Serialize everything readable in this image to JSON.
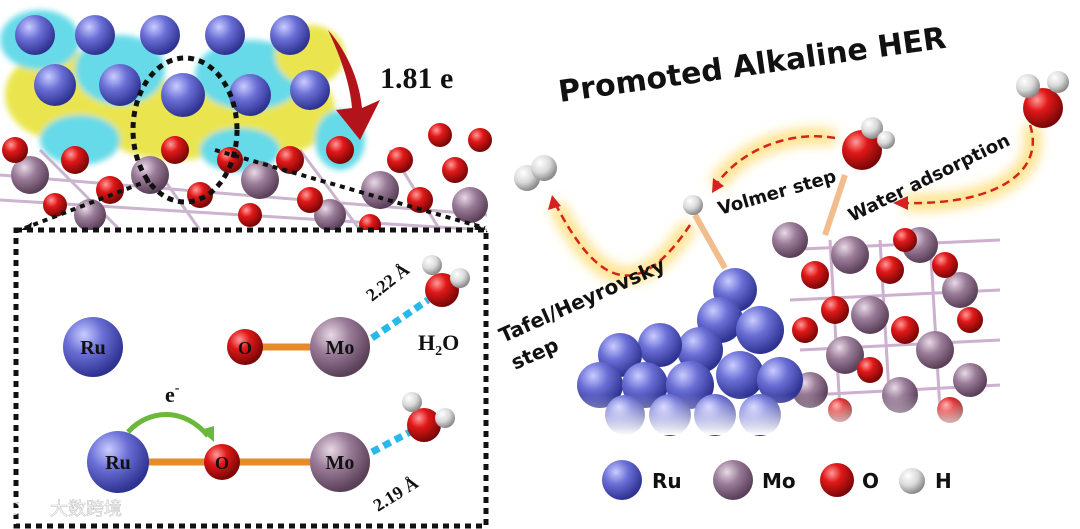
{
  "left": {
    "charge_transfer": "1.81 e",
    "ru_label": "Ru",
    "o_label": "O",
    "mo_label": "Mo",
    "h2o_label_main": "H",
    "h2o_label_sub": "2",
    "h2o_label_tail": "O",
    "bond_top": "2.22 Å",
    "bond_bottom": "2.19 Å",
    "electron_main": "e",
    "electron_sup": "-"
  },
  "right": {
    "title": "Promoted Alkaline HER",
    "step_volmer": "Volmer step",
    "step_water": "Water adsorption",
    "step_tafel_1": "Tafel/Heyrovsky",
    "step_tafel_2": "step"
  },
  "legend": {
    "ru": "Ru",
    "mo": "Mo",
    "o": "O",
    "h": "H"
  },
  "watermark": "大数跨境",
  "colors": {
    "ru": "#6a6fd6",
    "mo": "#9a7c98",
    "o": "#d81515",
    "h": "#d9d9d9",
    "cyan": "#56d7e6",
    "yellow": "#e8e33a",
    "arrow_red": "#b3141c",
    "bond_orange": "#e58b2a",
    "dash_blue": "#28b8ea",
    "green_arrow": "#6bb83a"
  }
}
